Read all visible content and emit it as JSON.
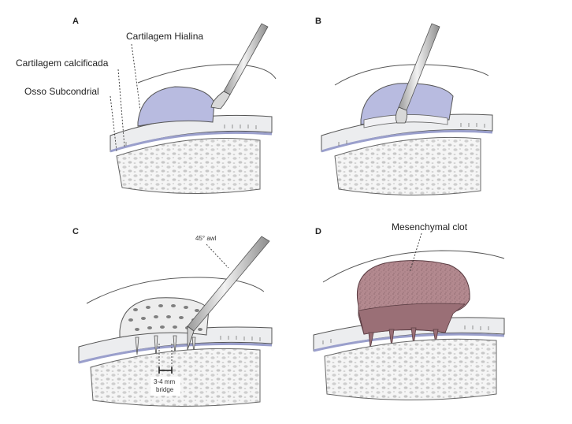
{
  "panels": {
    "a": {
      "letter": "A"
    },
    "b": {
      "letter": "B"
    },
    "c": {
      "letter": "C"
    },
    "d": {
      "letter": "D"
    }
  },
  "labels": {
    "hyaline": "Cartilagem Hialina",
    "calcified": "Cartilagem calcificada",
    "subchondral": "Osso Subcondrial",
    "awl": "45° awl",
    "bridge_line1": "3-4 mm",
    "bridge_line2": "bridge",
    "clot": "Mesenchymal clot"
  },
  "colors": {
    "cartilage": "#ecedef",
    "defect": "#b8bbe0",
    "subchondral_line": "#9a9fcc",
    "clot": "#b08a90",
    "clot_lower": "#9a6f76",
    "bone_bg": "#f4f4f4",
    "bone_pore": "#c9c9c9"
  }
}
